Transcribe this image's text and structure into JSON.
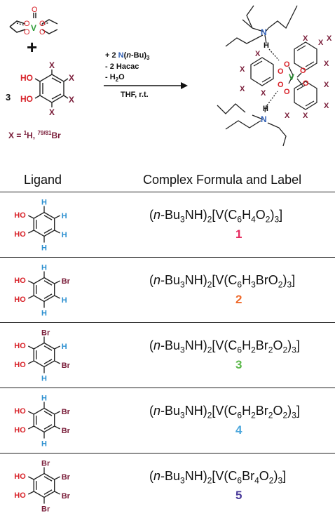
{
  "scheme": {
    "coefficient": "3",
    "plus": "+",
    "arrow_above": [
      "+ 2 N(n-Bu)3",
      "- 2 Hacac",
      "- H2O"
    ],
    "arrow_below": "THF, r.t.",
    "x_definition": "X = 1H, 79/81Br",
    "atom_labels": {
      "X": "X",
      "O": "O",
      "V": "V",
      "N": "N",
      "H": "H",
      "HO": "HO"
    }
  },
  "table": {
    "headers": {
      "ligand": "Ligand",
      "formula": "Complex Formula and Label"
    },
    "rows": [
      {
        "formula": [
          "(",
          "n",
          "-Bu",
          "3",
          "NH)",
          "2",
          "[V(C",
          "6",
          "H",
          "4",
          "O",
          "2",
          ")",
          "3",
          "]"
        ],
        "label": "1",
        "label_color": "#e6295f",
        "ligand": {
          "top": "H",
          "right_top": "H",
          "right_bottom": "H",
          "bottom": "H"
        }
      },
      {
        "formula": [
          "(",
          "n",
          "-Bu",
          "3",
          "NH)",
          "2",
          "[V(C",
          "6",
          "H",
          "3",
          "BrO",
          "2",
          ")",
          "3",
          "]"
        ],
        "label": "2",
        "label_color": "#ef6a2b",
        "ligand": {
          "top": "H",
          "right_top": "Br",
          "right_bottom": "H",
          "bottom": "H"
        }
      },
      {
        "formula": [
          "(",
          "n",
          "-Bu",
          "3",
          "NH)",
          "2",
          "[V(C",
          "6",
          "H",
          "2",
          "Br",
          "2",
          "O",
          "2",
          ")",
          "3",
          "]"
        ],
        "label": "3",
        "label_color": "#5bb84a",
        "ligand": {
          "top": "Br",
          "right_top": "H",
          "right_bottom": "Br",
          "bottom": "H"
        }
      },
      {
        "formula": [
          "(",
          "n",
          "-Bu",
          "3",
          "NH)",
          "2",
          "[V(C",
          "6",
          "H",
          "2",
          "Br",
          "2",
          "O",
          "2",
          ")",
          "3",
          "]"
        ],
        "label": "4",
        "label_color": "#4aa6dc",
        "ligand": {
          "top": "H",
          "right_top": "Br",
          "right_bottom": "Br",
          "bottom": "H"
        }
      },
      {
        "formula": [
          "(",
          "n",
          "-Bu",
          "3",
          "NH)",
          "2",
          "[V(C",
          "6",
          "Br",
          "4",
          "O",
          "2",
          ")",
          "3",
          "]"
        ],
        "label": "5",
        "label_color": "#4a3b9a",
        "ligand": {
          "top": "Br",
          "right_top": "Br",
          "right_bottom": "Br",
          "bottom": "Br"
        }
      }
    ]
  },
  "colors": {
    "oxygen": "#d8232a",
    "vanadium": "#2f9e3a",
    "nitrogen": "#2f5fb5",
    "hydrogen": "#2b8fd0",
    "bromine": "#7a1e3a",
    "x_label": "#7a1e3a"
  }
}
